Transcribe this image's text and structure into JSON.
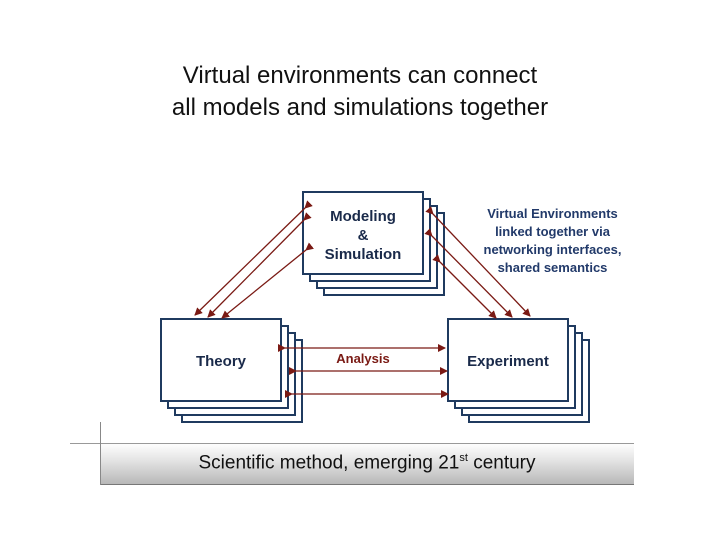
{
  "title": {
    "line1": "Virtual environments can connect",
    "line2": "all models and simulations together"
  },
  "boxes": {
    "modeling": {
      "line1": "Modeling",
      "line2": "&",
      "line3": "Simulation"
    },
    "theory": "Theory",
    "experiment": "Experiment"
  },
  "note": {
    "line1": "Virtual Environments",
    "line2": "linked together via",
    "line3": "networking interfaces,",
    "line4": "shared semantics"
  },
  "analysis_label": "Analysis",
  "footer": {
    "prefix": "Scientific method, emerging 21",
    "superscript": "st",
    "suffix": " century"
  },
  "colors": {
    "box_border": "#1f3a5f",
    "arrow": "#7a1a14",
    "note_text": "#223a6a"
  }
}
